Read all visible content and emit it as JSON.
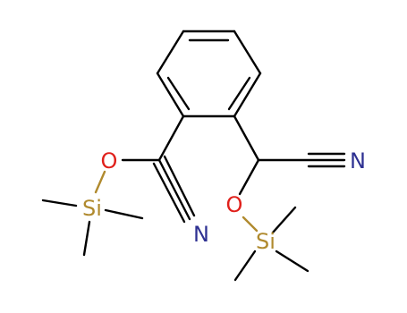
{
  "molecule": {
    "atoms": {
      "o_left": {
        "symbol": "O",
        "color": "#e0201b"
      },
      "si_left": {
        "symbol": "Si",
        "color": "#b08a2e"
      },
      "n_left": {
        "symbol": "N",
        "color": "#2e3192"
      },
      "o_right": {
        "symbol": "O",
        "color": "#e0201b"
      },
      "si_right": {
        "symbol": "Si",
        "color": "#b08a2e"
      },
      "n_right": {
        "symbol": "N",
        "color": "#2e3192"
      }
    },
    "colors": {
      "bond": "#000000",
      "oxygen": "#e0201b",
      "silicon": "#b08a2e",
      "nitrogen": "#2e3192",
      "background": "#ffffff"
    }
  }
}
